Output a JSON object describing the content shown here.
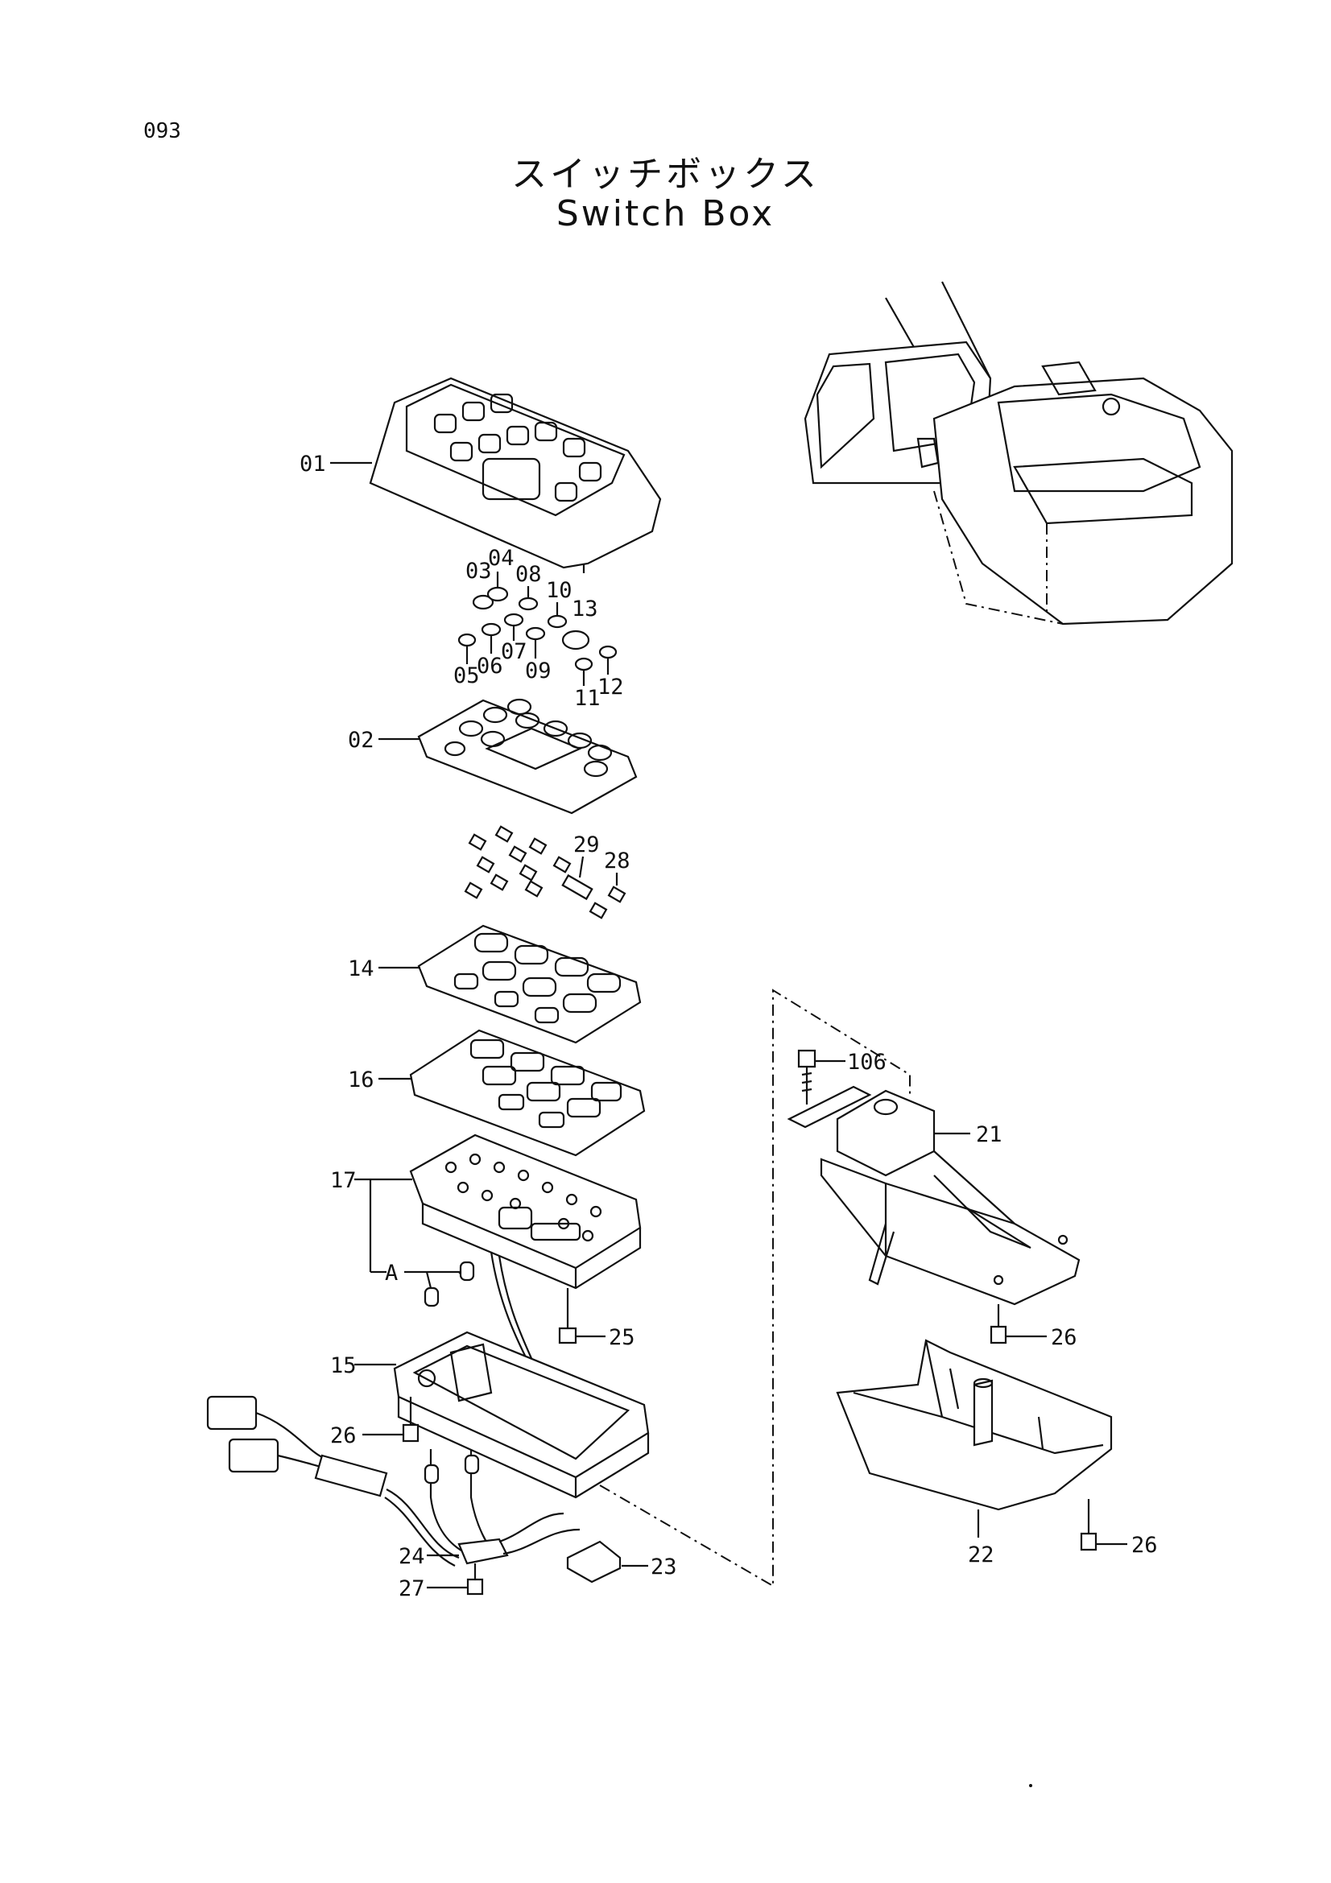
{
  "page_number": "093",
  "title_jp": "スイッチボックス",
  "title_en": "Switch Box",
  "callouts": {
    "c01": "01",
    "c02": "02",
    "c03": "03",
    "c04": "04",
    "c05": "05",
    "c06": "06",
    "c07": "07",
    "c08": "08",
    "c09": "09",
    "c10": "10",
    "c11": "11",
    "c12": "12",
    "c13": "13",
    "c14": "14",
    "c15": "15",
    "c16": "16",
    "c17": "17",
    "c21": "21",
    "c22": "22",
    "c23": "23",
    "c24": "24",
    "c25": "25",
    "c26a": "26",
    "c26b": "26",
    "c26c": "26",
    "c27": "27",
    "c28": "28",
    "c29": "29",
    "c106": "106",
    "cA": "A"
  }
}
